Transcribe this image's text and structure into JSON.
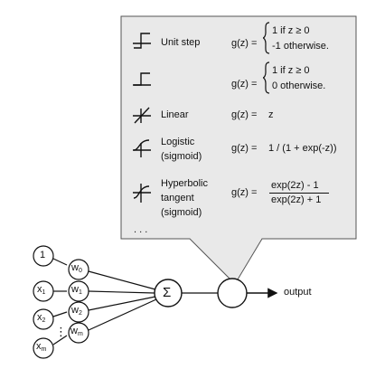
{
  "activations": [
    {
      "icon": "step-unit-icon",
      "name": "Unit step",
      "formula_head": "g(z) =",
      "cases": [
        "1 if z ≥ 0",
        "-1 otherwise."
      ]
    },
    {
      "icon": "step-heaviside-icon",
      "name": "",
      "formula_head": "g(z) =",
      "cases": [
        "1 if z ≥ 0",
        "0 otherwise."
      ]
    },
    {
      "icon": "linear-icon",
      "name": "Linear",
      "formula_head": "g(z) =",
      "formula": "z"
    },
    {
      "icon": "sigmoid-icon",
      "name_lines": [
        "Logistic",
        "(sigmoid)"
      ],
      "formula_head": "g(z) =",
      "formula": "1 / (1 + exp(-z))"
    },
    {
      "icon": "tanh-icon",
      "name_lines": [
        "Hyperbolic",
        "tangent",
        "(sigmoid)"
      ],
      "formula_head": "g(z) =",
      "numerator": "exp(2z) - 1",
      "denominator": "exp(2z) + 1"
    }
  ],
  "ellipsis": ". . .",
  "inputs": [
    "1",
    "x",
    "x",
    "x"
  ],
  "input_subs": [
    "",
    "1",
    "2",
    "m"
  ],
  "weights": [
    "w",
    "w",
    "w",
    "w"
  ],
  "weight_subs": [
    "0",
    "1",
    "2",
    "m"
  ],
  "vdots": "⋮",
  "sum_symbol": "Σ",
  "output_label": "output",
  "colors": {
    "callout_fill": "#e9e9e9",
    "stroke": "#111111"
  }
}
